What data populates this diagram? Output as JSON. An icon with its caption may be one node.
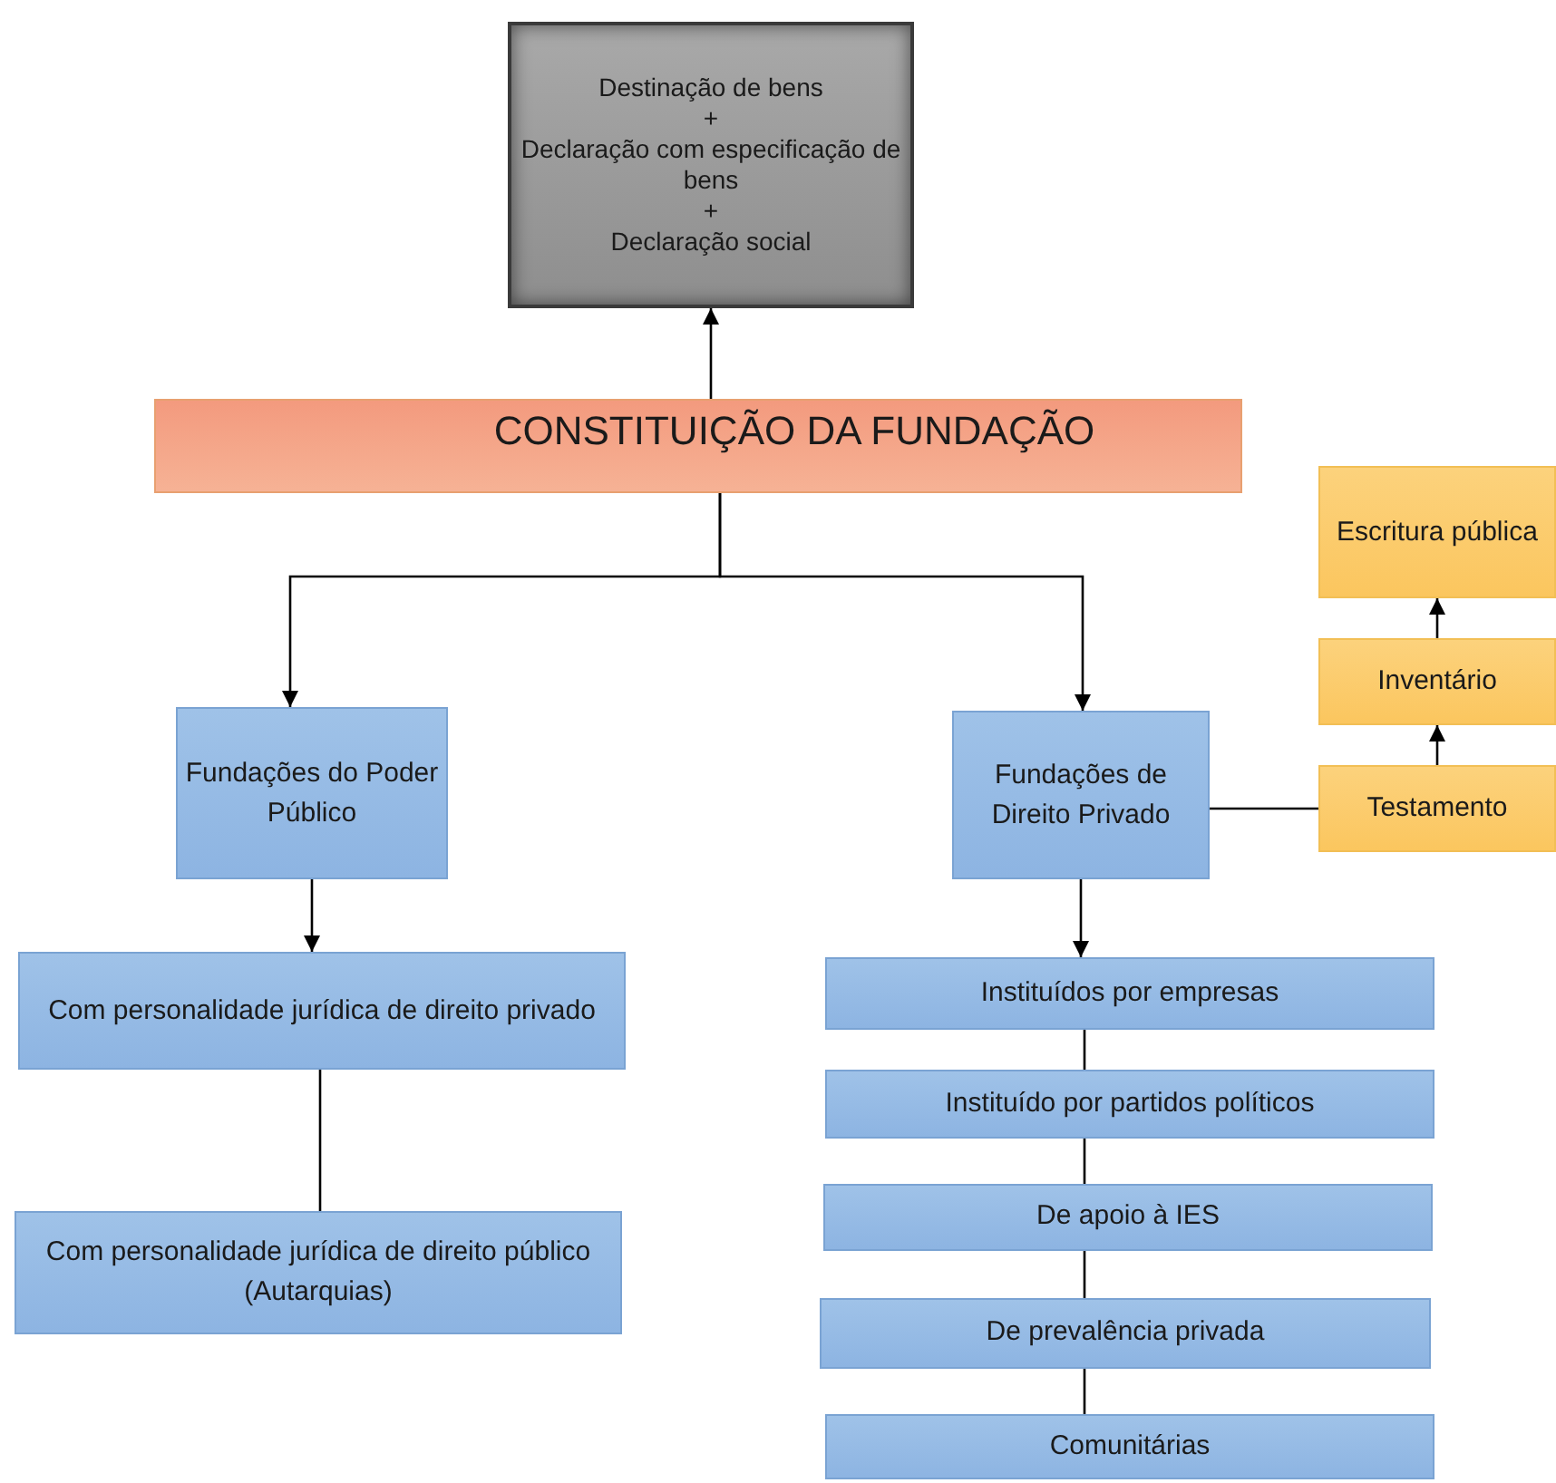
{
  "diagram": {
    "nodes": [
      {
        "text": [
          "Destinação de bens",
          "+",
          "Declaração com especificação de bens",
          "+",
          "Declaração social"
        ]
      },
      {
        "text": [
          "CONSTITUIÇÃO DA FUNDAÇÃO"
        ]
      },
      {
        "text": [
          "Fundações do Poder Público"
        ]
      },
      {
        "text": [
          "Fundações de Direito Privado"
        ]
      },
      {
        "text": [
          "Escritura pública"
        ]
      },
      {
        "text": [
          "Inventário"
        ]
      },
      {
        "text": [
          "Testamento"
        ]
      },
      {
        "text": [
          "Com personalidade jurídica de direito privado"
        ]
      },
      {
        "text": [
          "Com personalidade jurídica de direito público (Autarquias)"
        ]
      },
      {
        "text": [
          "Instituídos por empresas"
        ]
      },
      {
        "text": [
          "Instituído por partidos políticos"
        ]
      },
      {
        "text": [
          "De apoio à IES"
        ]
      },
      {
        "text": [
          "De prevalência privada"
        ]
      },
      {
        "text": [
          "Comunitárias"
        ]
      }
    ],
    "edges": [
      {
        "from": 1,
        "to": 0,
        "arrow": "to"
      },
      {
        "from": 1,
        "to": 2,
        "arrow": "to"
      },
      {
        "from": 1,
        "to": 3,
        "arrow": "to"
      },
      {
        "from": 2,
        "to": 7,
        "arrow": "to"
      },
      {
        "from": 7,
        "to": 8,
        "arrow": "none"
      },
      {
        "from": 3,
        "to": 6,
        "arrow": "none"
      },
      {
        "from": 6,
        "to": 5,
        "arrow": "to"
      },
      {
        "from": 5,
        "to": 4,
        "arrow": "to"
      },
      {
        "from": 3,
        "to": 9,
        "arrow": "to"
      },
      {
        "from": 9,
        "to": 10,
        "arrow": "none"
      },
      {
        "from": 10,
        "to": 11,
        "arrow": "none"
      },
      {
        "from": 11,
        "to": 12,
        "arrow": "none"
      },
      {
        "from": 12,
        "to": 13,
        "arrow": "none"
      }
    ]
  }
}
